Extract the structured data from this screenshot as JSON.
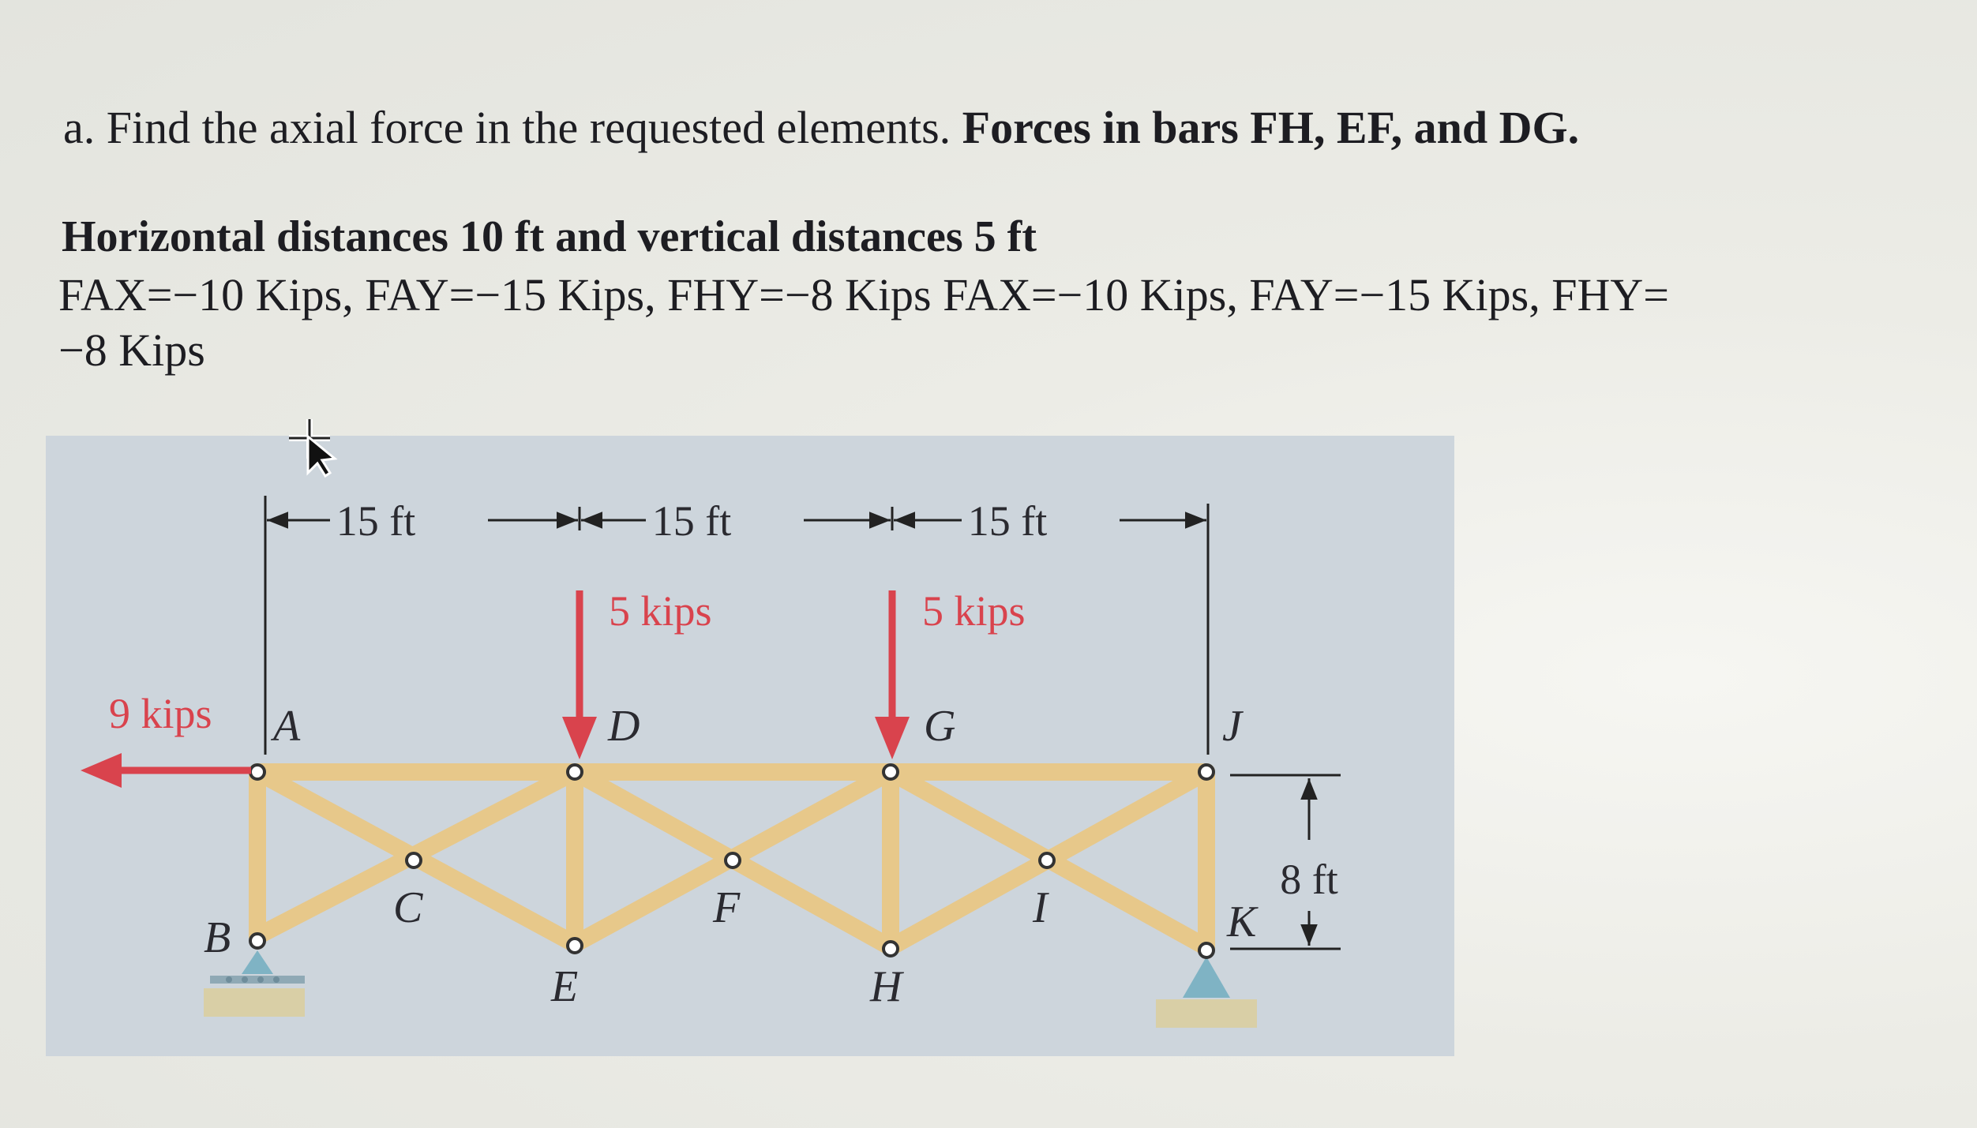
{
  "problem": {
    "prefix": "a.",
    "text": "Find the axial force in the requested elements.",
    "bold_text": "Forces in bars FH, EF, and DG.",
    "heading": "Horizontal distances 10 ft and vertical distances 5 ft",
    "values_line1": "FAX=−10 Kips, FAY=−15 Kips, FHY=−8 Kips FAX=−10 Kips, FAY=−15 Kips, FHY=",
    "values_line2": "−8 Kips"
  },
  "figure": {
    "dims": [
      "15 ft",
      "15 ft",
      "15 ft"
    ],
    "height_dim": "8 ft",
    "loads": {
      "horizontal": "9 kips",
      "at_D": "5 kips",
      "at_G": "5 kips"
    },
    "joints": {
      "A": "A",
      "B": "B",
      "C": "C",
      "D": "D",
      "E": "E",
      "F": "F",
      "G": "G",
      "H": "H",
      "I": "I",
      "J": "J",
      "K": "K"
    },
    "colors": {
      "member": "#e8c98a",
      "load": "#d9434d",
      "support": "#7fb3c4",
      "panel": "#cdd5dc"
    }
  }
}
